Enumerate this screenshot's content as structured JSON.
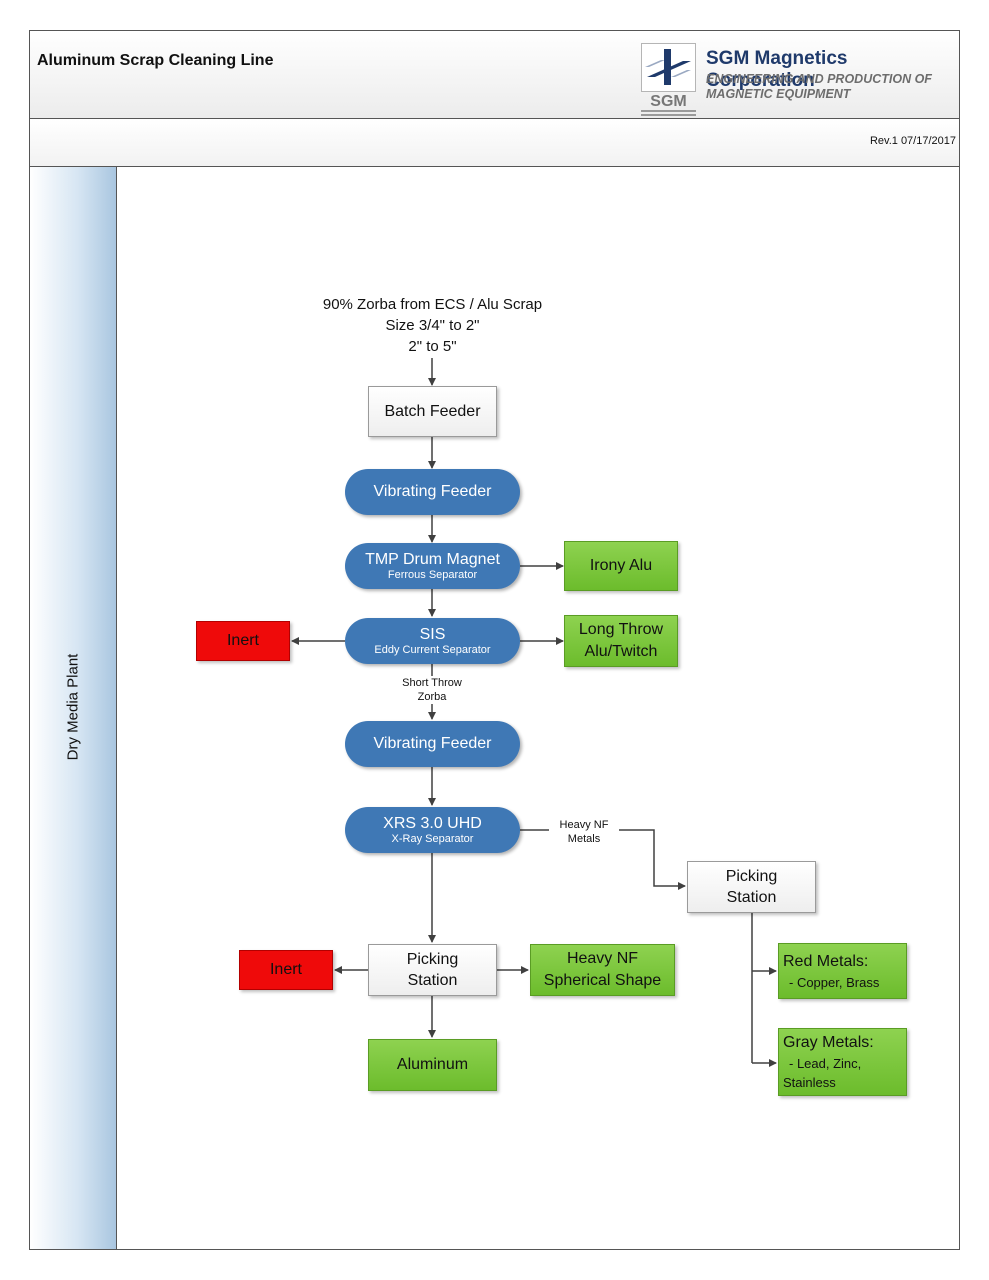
{
  "header": {
    "title": "Aluminum Scrap Cleaning Line",
    "company": "SGM Magnetics Corporation",
    "tagline": [
      "ENGINEERING AND PRODUCTION OF",
      "MAGNETIC EQUIPMENT"
    ],
    "logo_text": "SGM",
    "revision": "Rev.1  07/17/2017"
  },
  "lane": {
    "label": "Dry Media Plant"
  },
  "input": {
    "lines": [
      "90% Zorba from ECS / Alu Scrap",
      "Size 3/4\" to 2\"",
      "2\" to 5\""
    ]
  },
  "nodes": {
    "batch_feeder": "Batch Feeder",
    "vibrating_feeder_1": "Vibrating Feeder",
    "tmp_drum": {
      "main": "TMP Drum Magnet",
      "sub": "Ferrous Separator"
    },
    "irony_alu": "Irony Alu",
    "sis": {
      "main": "SIS",
      "sub": "Eddy Current Separator"
    },
    "inert_1": "Inert",
    "long_throw": [
      "Long Throw",
      "Alu/Twitch"
    ],
    "vibrating_feeder_2": "Vibrating Feeder",
    "xrs": {
      "main": "XRS 3.0 UHD",
      "sub": "X-Ray Separator"
    },
    "picking_station_right": [
      "Picking",
      "Station"
    ],
    "red_metals": {
      "title": "Red Metals:",
      "detail": "- Copper, Brass"
    },
    "gray_metals": {
      "title": "Gray Metals:",
      "detail_1": "- Lead, Zinc,",
      "detail_2": "Stainless"
    },
    "picking_station_center": [
      "Picking",
      "Station"
    ],
    "inert_2": "Inert",
    "heavy_nf": [
      "Heavy NF",
      "Spherical Shape"
    ],
    "aluminum": "Aluminum"
  },
  "edge_labels": {
    "short_throw": [
      "Short Throw",
      "Zorba"
    ],
    "heavy_nf_metals": [
      "Heavy NF",
      "Metals"
    ]
  },
  "colors": {
    "process": "#3f78b5",
    "product": "#7cc63a",
    "reject": "#ef0a0a",
    "lane": "#a9c6e0",
    "company_text": "#1f3a6b"
  }
}
